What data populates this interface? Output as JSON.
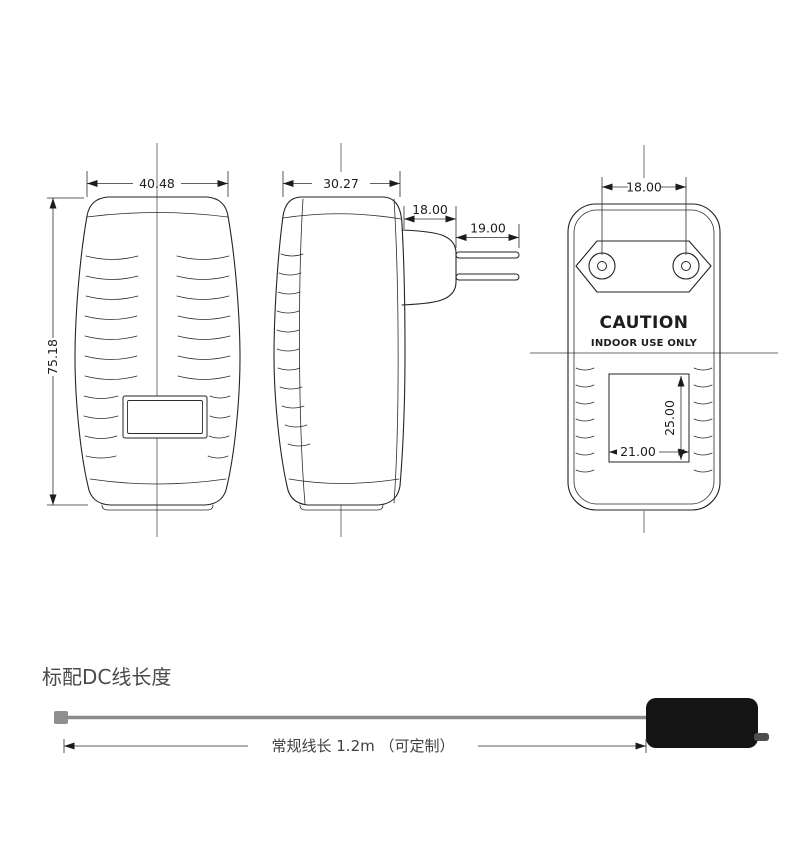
{
  "drawing": {
    "front_view": {
      "width": "40.48",
      "height": "75.18"
    },
    "side_view": {
      "width": "30.27",
      "plug_depth": "18.00",
      "pin_length": "19.00"
    },
    "back_view": {
      "pin_spacing": "18.00",
      "caution_line1": "CAUTION",
      "caution_line2": "INDOOR USE ONLY",
      "label_width": "21.00",
      "label_height": "25.00"
    }
  },
  "cable_section": {
    "heading": "标配DC线长度",
    "length_note": "常规线长 1.2m （可定制）"
  },
  "colors": {
    "line": "#242424",
    "cable": "#8c8c8c",
    "connector": "#141414",
    "heading_text": "#4a4a4a"
  }
}
